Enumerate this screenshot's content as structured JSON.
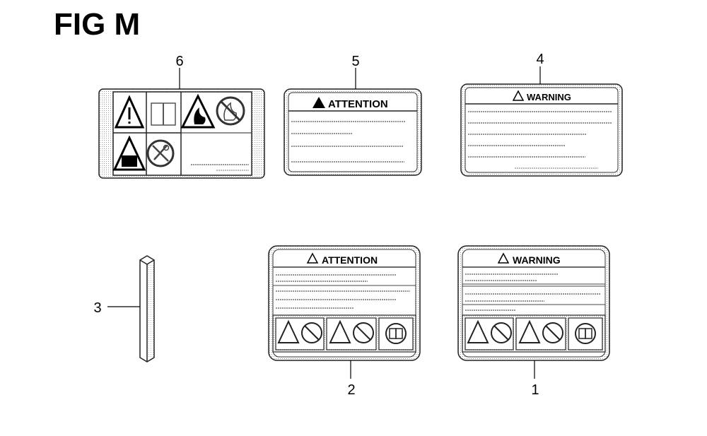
{
  "figure": {
    "title": "FIG M"
  },
  "parts": [
    {
      "number": "1",
      "header": "WARNING"
    },
    {
      "number": "2",
      "header": "ATTENTION"
    },
    {
      "number": "3"
    },
    {
      "number": "4",
      "header": "WARNING"
    },
    {
      "number": "5",
      "header": "ATTENTION"
    },
    {
      "number": "6"
    }
  ]
}
